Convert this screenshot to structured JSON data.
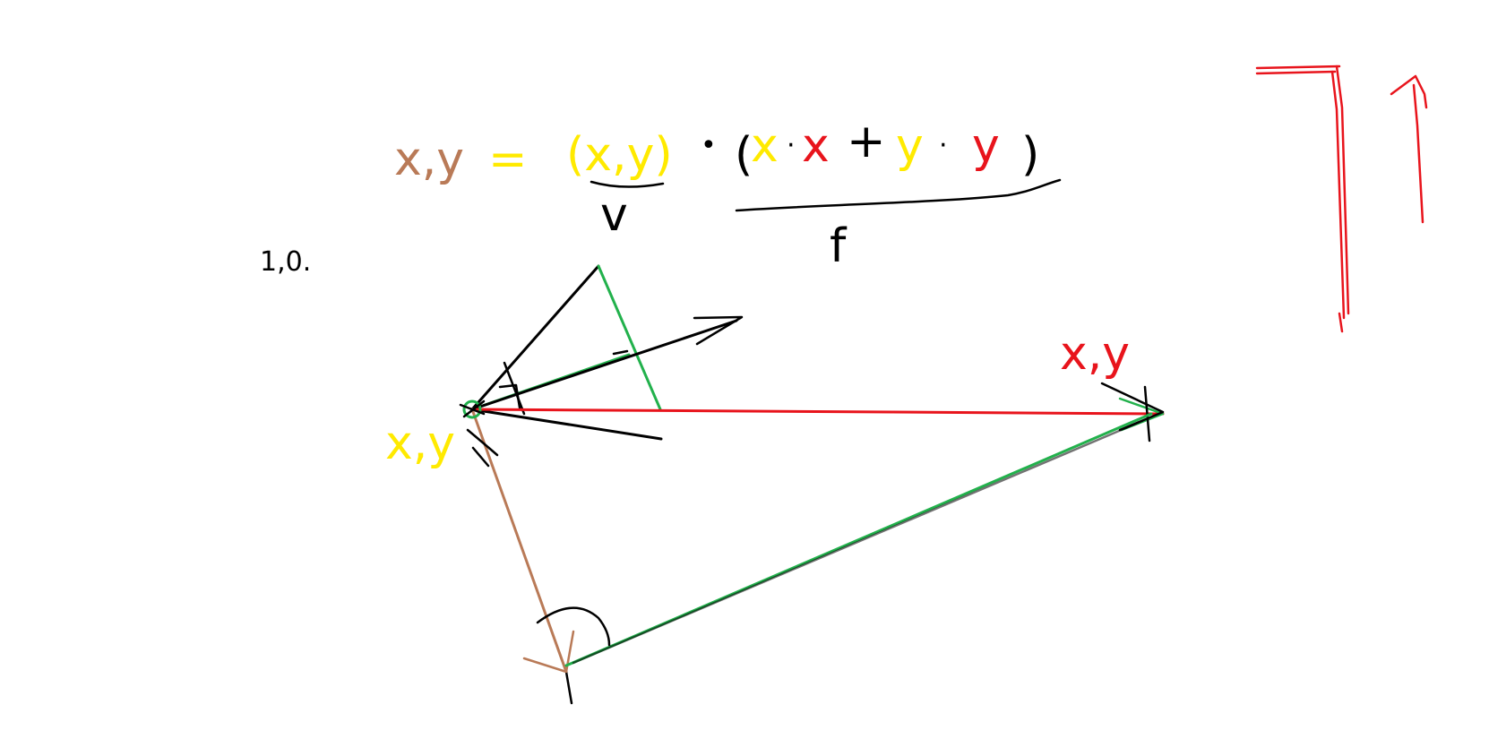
{
  "colors": {
    "black": "#000000",
    "red": "#e8141c",
    "green": "#22b14c",
    "yellow": "#ffea00",
    "brown": "#b97a57"
  },
  "formula": {
    "lhs": "x,y",
    "equals": "=",
    "term_a": "(x,y)",
    "mult_dot": "•",
    "term_b_open": "(",
    "term_b_x1": "x",
    "term_b_dot1": "·",
    "term_b_x2": "x",
    "term_b_plus": "+",
    "term_b_y1": "y",
    "term_b_dot2": "·",
    "term_b_y2": "y",
    "term_b_close": ")",
    "under_a": "v",
    "denominator": "f"
  },
  "labels": {
    "corner_note": "1,0.",
    "origin_label": "x,y",
    "target_label": "x,y"
  }
}
